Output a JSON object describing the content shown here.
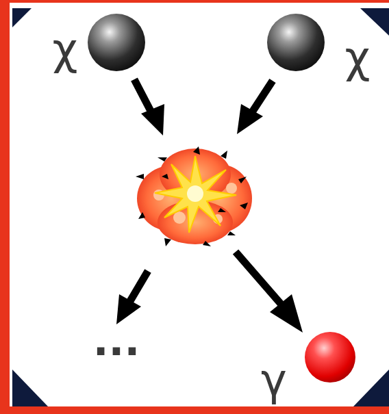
{
  "diagram": {
    "labels": [
      "χ",
      "χ",
      "...",
      "γ"
    ]
  }
}
